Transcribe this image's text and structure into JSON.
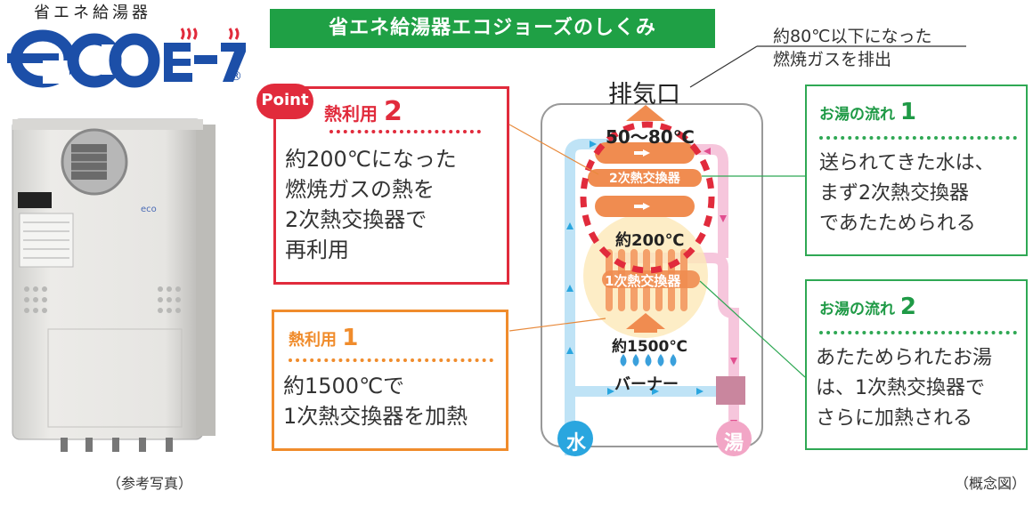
{
  "logo": {
    "caption": "省エネ給湯器",
    "wordmark": "ecoジョーズ",
    "registered": "®"
  },
  "photo_caption": "（参考写真）",
  "concept_caption": "（概念図）",
  "title": "省エネ給湯器エコジョーズのしくみ",
  "exhaust": {
    "label": "排気口",
    "note_line1": "約80℃以下になった",
    "note_line2": "燃焼ガスを排出"
  },
  "heat_use_2": {
    "badge": "Point",
    "title": "熱利用",
    "number": "2",
    "lines": [
      "約200℃になった",
      "燃焼ガスの熱を",
      "2次熱交換器で",
      "再利用"
    ]
  },
  "heat_use_1": {
    "title": "熱利用",
    "number": "1",
    "lines": [
      "約1500℃で",
      "1次熱交換器を加熱"
    ]
  },
  "flow_1": {
    "title": "お湯の流れ",
    "number": "1",
    "lines": [
      "送られてきた水は、",
      "まず2次熱交換器",
      "であたためられる"
    ]
  },
  "flow_2": {
    "title": "お湯の流れ",
    "number": "2",
    "lines": [
      "あたためられたお湯",
      "は、1次熱交換器で",
      "さらに加熱される"
    ]
  },
  "diagram": {
    "temp_top": "50～80℃",
    "secondary_exchanger": "2次熱交換器",
    "temp_mid": "約200℃",
    "primary_exchanger": "1次熱交換器",
    "temp_burner": "約1500℃",
    "burner": "バーナー",
    "water": "水",
    "hot_water": "湯"
  },
  "colors": {
    "green": "#1fa045",
    "red": "#e12b3c",
    "orange": "#f08c2c",
    "cold_pipe": "#bfe3f6",
    "hot_pipe": "#f6c6dc",
    "water_badge": "#2aa6df",
    "hot_badge": "#f2a6c6"
  }
}
